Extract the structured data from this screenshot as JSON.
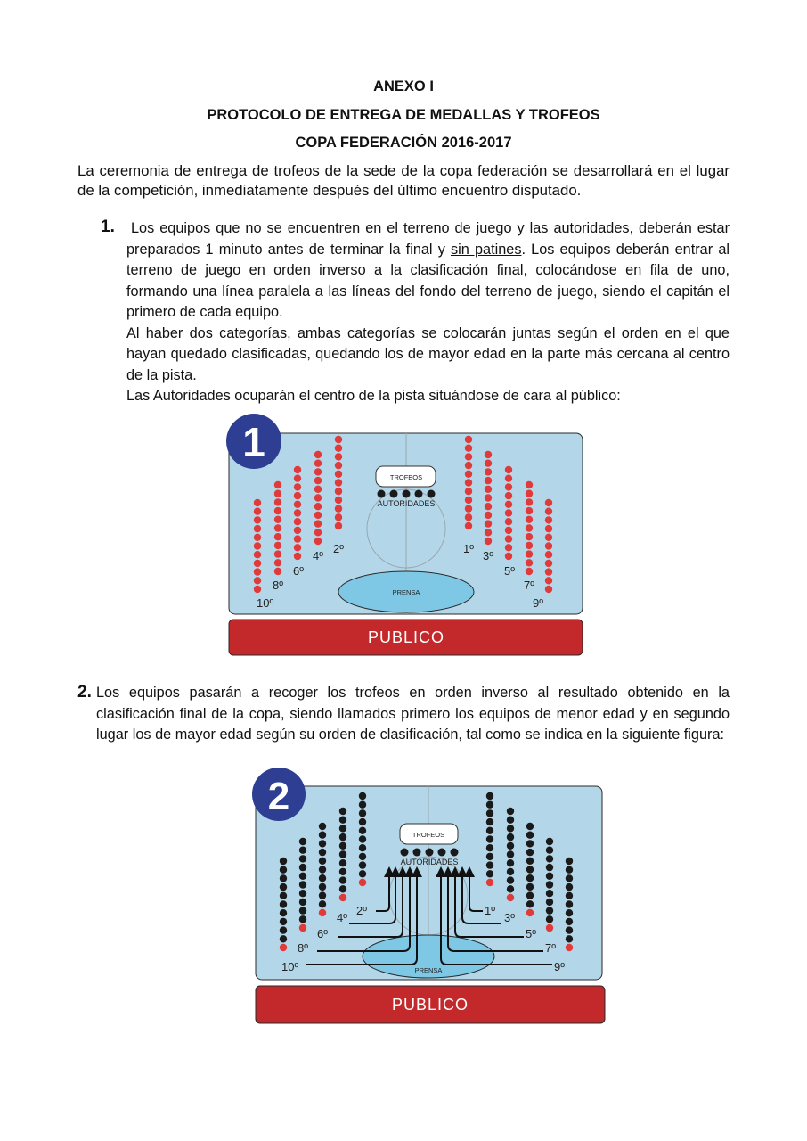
{
  "header": {
    "annex": "ANEXO I",
    "title": "PROTOCOLO DE ENTREGA DE MEDALLAS Y TROFEOS",
    "subtitle": "COPA FEDERACIÓN 2016-2017"
  },
  "intro": "La ceremonia de entrega de trofeos de la sede de la copa federación se desarrollará en el lugar de la competición, inmediatamente después del último encuentro disputado.",
  "item1": {
    "number": "1.",
    "p1_before": "Los equipos que no se encuentren en el terreno de juego y las autoridades, deberán estar preparados 1 minuto antes de terminar la final y ",
    "p1_underlined": "sin patines",
    "p1_after": ". Los equipos deberán entrar al terreno de juego en orden inverso a la clasificación final, colocándose en fila de uno, formando una línea paralela a las líneas del fondo del terreno de juego, siendo el capitán el primero de cada equipo.",
    "p2": "Al haber dos categorías, ambas categorías se colocarán juntas según el orden en el que hayan quedado clasificadas, quedando los de mayor edad en la parte más cercana al centro de la pista.",
    "p3": "Las Autoridades ocuparán el centro de la pista situándose de cara al público:"
  },
  "item2": {
    "number": "2.",
    "text": "Los equipos pasarán a recoger los trofeos en orden inverso al resultado obtenido en la clasificación final de la copa, siendo llamados primero los equipos de menor edad y en segundo lugar los de mayor edad según su orden de clasificación, tal como se indica en la siguiente figura:"
  },
  "figure1": {
    "badge": "1",
    "trofeos": "TROFEOS",
    "autoridades": "AUTORIDADES",
    "prensa": "PRENSA",
    "publico": "PUBLICO",
    "left_labels": [
      "2º",
      "4º",
      "6º",
      "8º",
      "10º"
    ],
    "right_labels": [
      "1º",
      "3º",
      "5º",
      "7º",
      "9º"
    ]
  },
  "figure2": {
    "badge": "2",
    "trofeos": "TROFEOS",
    "autoridades": "AUTORIDADES",
    "prensa": "PRENSA",
    "publico": "PUBLICO",
    "left_labels": [
      "2º",
      "4º",
      "6º",
      "8º",
      "10º"
    ],
    "right_labels": [
      "1º",
      "3º",
      "5º",
      "7º",
      "9º"
    ]
  },
  "colors": {
    "rink": "#b3d6e8",
    "badge": "#2e3f93",
    "player_red": "#e03a3a",
    "player_black": "#1a1a1a",
    "prensa": "#7ec8e6",
    "publico": "#c3282a"
  }
}
